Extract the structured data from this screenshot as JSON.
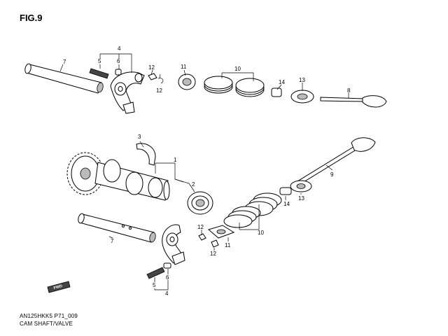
{
  "figure": {
    "title": "FIG.9"
  },
  "footer": {
    "code": "AN125HKK5 P71_009",
    "description": "CAM SHAFT/VALVE"
  },
  "fwd_label": "FWD",
  "callouts": {
    "c4_top": "4",
    "c5_top": "5",
    "c6_top": "6",
    "c7_top": "7",
    "c12_a": "12",
    "c12_b": "12",
    "c11_top": "11",
    "c10_top": "10",
    "c14_top": "14",
    "c13_top": "13",
    "c8": "8",
    "c3": "3",
    "c1": "1",
    "c2": "2",
    "c9": "9",
    "c13_bot": "13",
    "c14_bot": "14",
    "c10_bot": "10",
    "c12_c": "12",
    "c11_bot": "11",
    "c12_d": "12",
    "c7_bot": "7",
    "c5_bot": "5",
    "c6_bot": "6",
    "c4_bot": "4"
  }
}
